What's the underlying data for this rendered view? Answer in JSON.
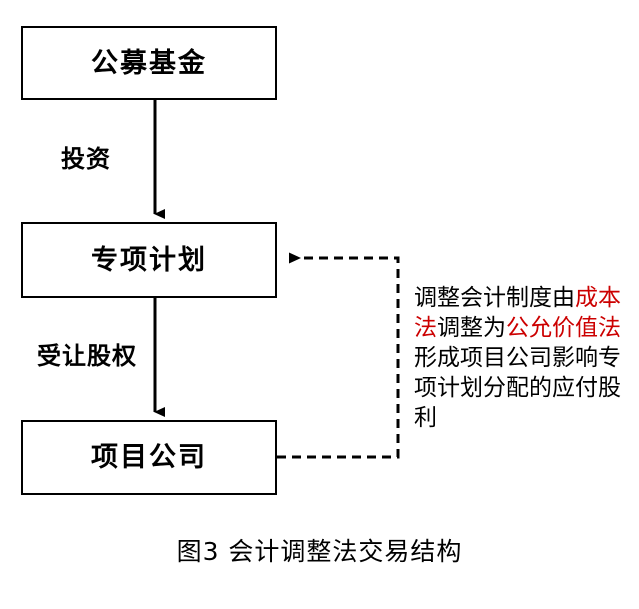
{
  "figure": {
    "caption": "图3 会计调整法交易结构",
    "colors": {
      "stroke": "#000000",
      "background": "#ffffff",
      "highlight": "#cc0000"
    },
    "nodes": [
      {
        "id": "public-fund",
        "label": "公募基金"
      },
      {
        "id": "special-plan",
        "label": "专项计划"
      },
      {
        "id": "project-co",
        "label": "项目公司"
      }
    ],
    "edges": [
      {
        "id": "fund-to-plan",
        "label": "投资",
        "style": "solid",
        "from": "public-fund",
        "to": "special-plan"
      },
      {
        "id": "plan-to-project",
        "label": "受让股权",
        "style": "solid",
        "from": "special-plan",
        "to": "project-co"
      },
      {
        "id": "project-to-plan",
        "label": "",
        "style": "dashed",
        "from": "project-co",
        "to": "special-plan"
      }
    ],
    "annotation": {
      "segments": [
        {
          "text": "调整会计制度由",
          "color": "black"
        },
        {
          "text": "成本法",
          "color": "red"
        },
        {
          "text": "调整为",
          "color": "black"
        },
        {
          "text": "公允价值法",
          "color": "red"
        },
        {
          "text": "形成项目公司影响专项计划分配的应付股利",
          "color": "black"
        }
      ]
    }
  }
}
